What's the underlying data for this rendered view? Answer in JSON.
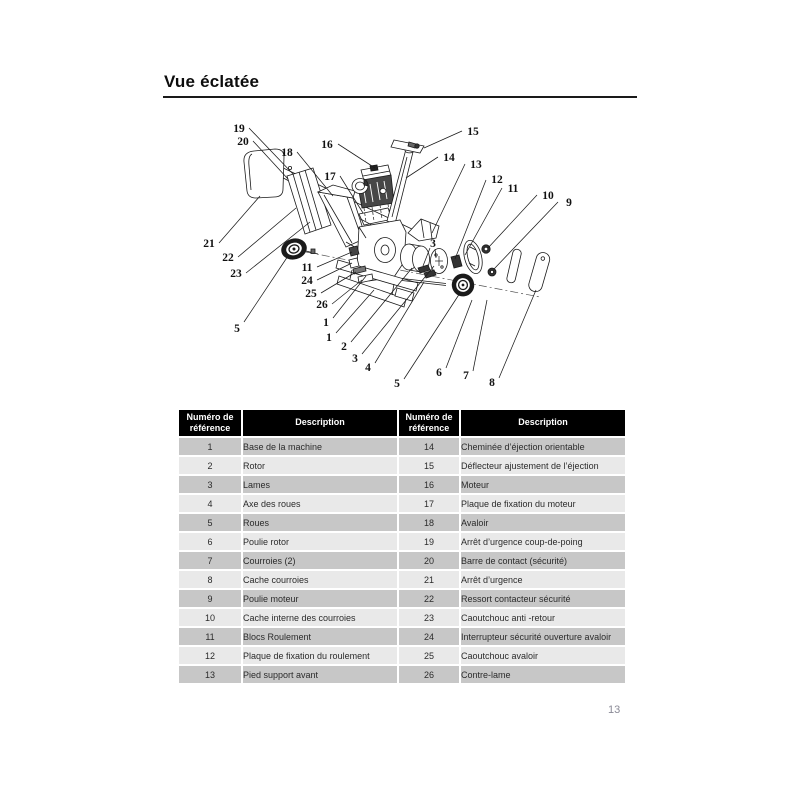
{
  "page": {
    "title": "Vue éclatée",
    "page_number": "13"
  },
  "table": {
    "headers": [
      "Numéro de référence",
      "Description",
      "Numéro de référence",
      "Description"
    ],
    "rows": [
      {
        "ref1": "1",
        "desc1": "Base de la machine",
        "ref2": "14",
        "desc2": "Cheminée d’éjection orientable"
      },
      {
        "ref1": "2",
        "desc1": "Rotor",
        "ref2": "15",
        "desc2": "Déflecteur ajustement de l’éjection"
      },
      {
        "ref1": "3",
        "desc1": "Lames",
        "ref2": "16",
        "desc2": "Moteur"
      },
      {
        "ref1": "4",
        "desc1": "Axe des roues",
        "ref2": "17",
        "desc2": "Plaque de fixation du moteur"
      },
      {
        "ref1": "5",
        "desc1": "Roues",
        "ref2": "18",
        "desc2": "Avaloir"
      },
      {
        "ref1": "6",
        "desc1": "Poulie rotor",
        "ref2": "19",
        "desc2": "Arrêt d’urgence coup-de-poing"
      },
      {
        "ref1": "7",
        "desc1": "Courroies (2)",
        "ref2": "20",
        "desc2": "Barre de contact (sécurité)"
      },
      {
        "ref1": "8",
        "desc1": "Cache courroies",
        "ref2": "21",
        "desc2": "Arrêt d’urgence"
      },
      {
        "ref1": "9",
        "desc1": "Poulie moteur",
        "ref2": "22",
        "desc2": "Ressort contacteur sécurité"
      },
      {
        "ref1": "10",
        "desc1": "Cache interne des courroies",
        "ref2": "23",
        "desc2": "Caoutchouc anti -retour"
      },
      {
        "ref1": "11",
        "desc1": "Blocs Roulement",
        "ref2": "24",
        "desc2": "Interrupteur sécurité ouverture avaloir"
      },
      {
        "ref1": "12",
        "desc1": "Plaque de fixation du roulement",
        "ref2": "25",
        "desc2": "Caoutchouc avaloir"
      },
      {
        "ref1": "13",
        "desc1": "Pied support avant",
        "ref2": "26",
        "desc2": "Contre-lame"
      }
    ]
  },
  "diagram": {
    "callouts": [
      "19",
      "20",
      "18",
      "16",
      "17",
      "15",
      "14",
      "13",
      "12",
      "11",
      "10",
      "9",
      "21",
      "22",
      "23",
      "11",
      "24",
      "25",
      "26",
      "5",
      "1",
      "1",
      "2",
      "3",
      "4",
      "5",
      "6",
      "7",
      "8",
      "3"
    ]
  }
}
